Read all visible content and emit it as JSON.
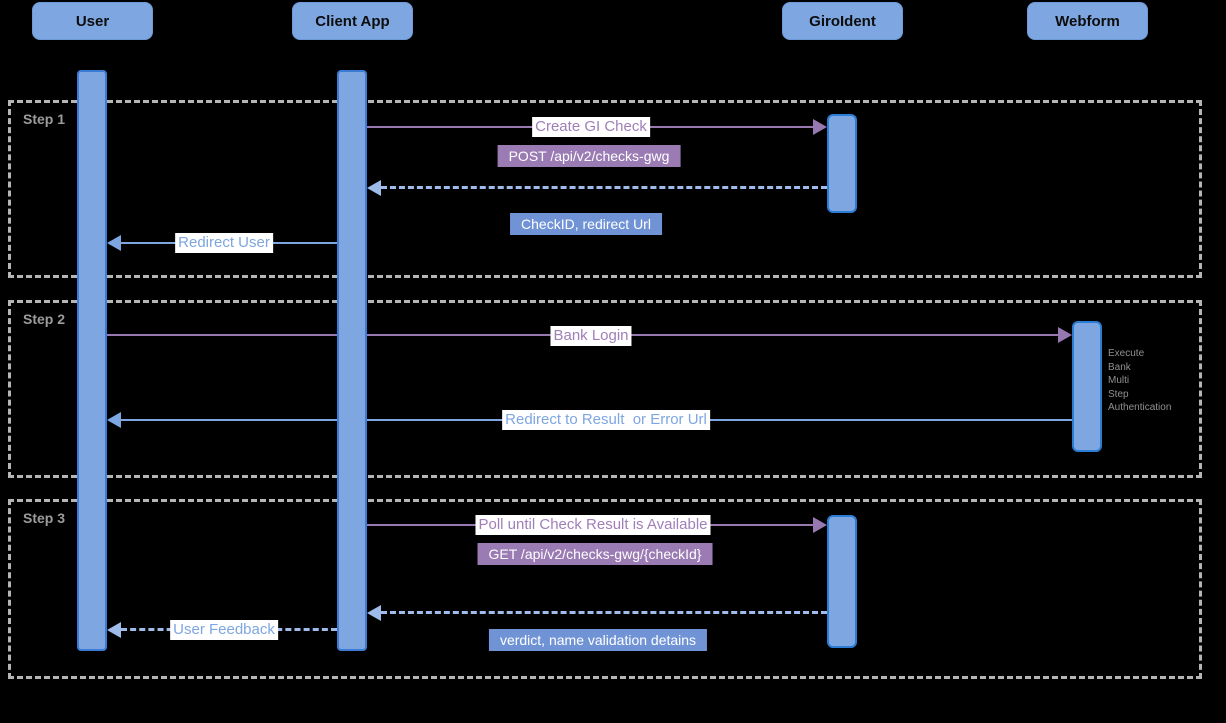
{
  "actors": {
    "user": "User",
    "client_app": "Client App",
    "giroident": "GiroIdent",
    "webform": "Webform"
  },
  "steps": {
    "step1": "Step 1",
    "step2": "Step 2",
    "step3": "Step 3"
  },
  "messages": {
    "create_gi_check": "Create GI Check",
    "post_endpoint": "POST /api/v2/checks-gwg",
    "checkid_redirect": "CheckID, redirect Url",
    "redirect_user": "Redirect User",
    "bank_login": "Bank Login",
    "redirect_result": "Redirect to Result  or Error Url",
    "poll_until": "Poll until Check Result is Available",
    "get_endpoint": "GET /api/v2/checks-gwg/{checkId}",
    "verdict": "verdict, name validation detains",
    "user_feedback": "User Feedback"
  },
  "note": {
    "line1": "Execute",
    "line2": "Bank",
    "line3": "Multi",
    "line4": "Step",
    "line5": "Authentication"
  },
  "colors": {
    "background": "#000000",
    "actor_fill": "#7ea6e0",
    "activation_border": "#2b7cd3",
    "purple_accent": "#9878b0",
    "blue_accent": "#7ea6e0",
    "dashed_return_blue": "#9fbbea",
    "badge_blue": "#7093d6",
    "frame_dash_gray": "#b5b5b5",
    "step_label_gray": "#9c9c9c"
  }
}
